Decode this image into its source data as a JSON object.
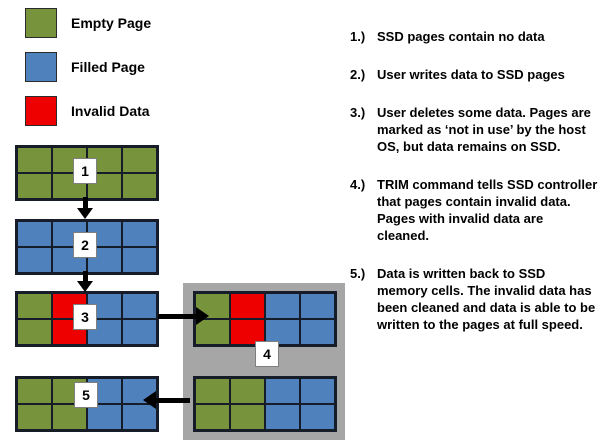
{
  "colors": {
    "empty": "#77933C",
    "filled": "#4F81BD",
    "invalid": "#EE0000",
    "gray_box": "#A6A6A6",
    "grid_line": "#161C28",
    "arrow": "#000000",
    "background": "#FFFFFF"
  },
  "legend": {
    "items": [
      {
        "key": "empty",
        "label": "Empty Page"
      },
      {
        "key": "filled",
        "label": "Filled Page"
      },
      {
        "key": "invalid",
        "label": "Invalid Data"
      }
    ]
  },
  "diagram": {
    "grids": [
      {
        "label": "1",
        "cells": [
          [
            "empty",
            "empty",
            "empty",
            "empty"
          ],
          [
            "empty",
            "empty",
            "empty",
            "empty"
          ]
        ]
      },
      {
        "label": "2",
        "cells": [
          [
            "filled",
            "filled",
            "filled",
            "filled"
          ],
          [
            "filled",
            "filled",
            "filled",
            "filled"
          ]
        ]
      },
      {
        "label": "3",
        "cells": [
          [
            "empty",
            "invalid",
            "filled",
            "filled"
          ],
          [
            "empty",
            "invalid",
            "filled",
            "filled"
          ]
        ]
      },
      {
        "label": "4",
        "cells": [
          [
            "empty",
            "invalid",
            "filled",
            "filled"
          ],
          [
            "empty",
            "invalid",
            "filled",
            "filled"
          ]
        ]
      },
      {
        "label": "5",
        "cells": [
          [
            "empty",
            "empty",
            "filled",
            "filled"
          ],
          [
            "empty",
            "empty",
            "filled",
            "filled"
          ]
        ]
      },
      {
        "label": "",
        "cells": [
          [
            "empty",
            "empty",
            "filled",
            "filled"
          ],
          [
            "empty",
            "empty",
            "filled",
            "filled"
          ]
        ]
      }
    ]
  },
  "steps": [
    {
      "num": "1.)",
      "text": "SSD pages contain no data"
    },
    {
      "num": "2.)",
      "text": "User writes data to SSD pages"
    },
    {
      "num": "3.)",
      "text": "User deletes some data. Pages are marked as ‘not in use’ by the host OS, but data remains on SSD."
    },
    {
      "num": "4.)",
      "text": "TRIM command tells SSD controller that pages contain invalid data. Pages with invalid data are cleaned."
    },
    {
      "num": "5.)",
      "text": "Data is written back to SSD memory cells. The invalid data has been cleaned and data is able to be written to the pages at full speed."
    }
  ]
}
